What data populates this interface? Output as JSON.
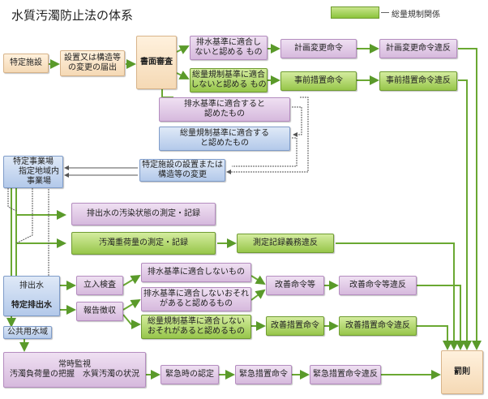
{
  "title": "水質汚濁防止法の体系",
  "legend": {
    "label": "総量規制関係"
  },
  "boxes": {
    "tokutei_shisetsu": "特定施設",
    "secchi_todoke": "設置又は構造等\nの変更の届出",
    "shomen_shinsa": "書面審査",
    "haisui_tekigo_nai": "排水基準に適合し\nないと認める もの",
    "souryou_tekigo_nai": "総量規制基準に適合\nしないと認める もの",
    "keikaku_henko": "計画変更命令",
    "jizen_sochi": "事前措置命令",
    "keikaku_ihan": "計画変更命令違反",
    "jizen_ihan": "事前措置命令違反",
    "haisui_tekigo": "排水基準に適合すると\n認めたもの",
    "souryou_tekigo": "総量規制基準に適合する\nと認めたもの",
    "secchi_henko": "特定施設の設置または\n構造等の変更",
    "tokutei_jigyoujo": "特定事業場",
    "shitei_jigyoujo": "指定地域内\n事業場",
    "osen_sokutei": "排出水の汚染状態の測定・記録",
    "osen_fuka_sokutei": "汚濁重荷量の測定・記録",
    "sokutei_kiroku_ihan": "測定記録義務違反",
    "haishutsusui": "排出水",
    "tokutei_haishutsusui": "特定排出水",
    "tachiiri": "立入検査",
    "houkoku": "報告徴収",
    "haisui_fu": "排水基準に適合しないもの",
    "haisui_osore": "排水基準に適合しないおそれ\nがあると認めるもの",
    "souryou_osore": "総量規制基準に適合しない\nおそれがあると認めるもの",
    "kaizen_meirei": "改善命令等",
    "kaizen_ihan": "改善命令等違反",
    "kaizen_sochi": "改善措置命令",
    "kaizen_sochi_ihan": "改善措置命令違反",
    "koukyou_suiiki": "公共用水域",
    "joji_kanshi": "常時監視\n汚濁負荷量の把握　水質汚濁の状況",
    "kinkyuji": "緊急時の認定",
    "kinkyu_sochi": "緊急措置命令",
    "kinkyu_ihan": "緊急措置命令違反",
    "bassoku": "罰則"
  }
}
